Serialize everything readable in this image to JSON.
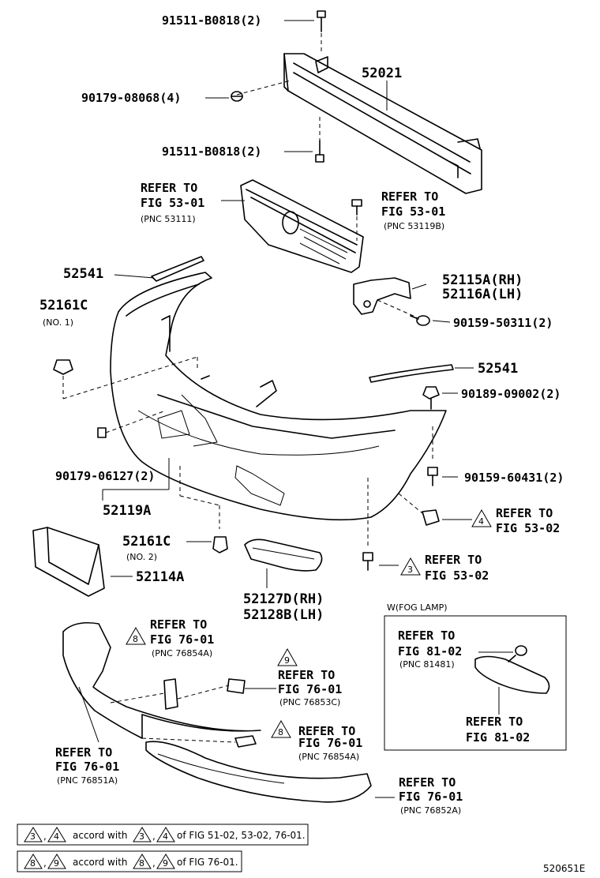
{
  "labels": {
    "bolt_top": "91511-B0818(2)",
    "reinforcement": "52021",
    "nut_4": "90179-08068(4)",
    "bolt_mid": "91511-B0818(2)",
    "grille_ref": {
      "line1": "REFER TO",
      "line2": "FIG 53-01",
      "pnc": "(PNC 53111)"
    },
    "emblem_ref": {
      "line1": "REFER TO",
      "line2": "FIG 53-01",
      "pnc": "(PNC 53119B)"
    },
    "moulding_left": "52541",
    "retainer_no1": {
      "part": "52161C",
      "note": "(NO. 1)"
    },
    "support_rh": "52115A(RH)",
    "support_lh": "52116A(LH)",
    "bolt_support": "90159-50311(2)",
    "moulding_right": "52541",
    "nut_right": "90189-09002(2)",
    "nut_left": "90179-06127(2)",
    "bolt_lower": "90159-60431(2)",
    "cover": "52119A",
    "ref_53_02_a": {
      "tri": "4",
      "line1": "REFER TO",
      "line2": "FIG 53-02"
    },
    "retainer_no2": {
      "part": "52161C",
      "note": "(NO. 2)"
    },
    "bracket": "52114A",
    "ref_53_02_b": {
      "tri": "3",
      "line1": "REFER TO",
      "line2": "FIG 53-02"
    },
    "bezel_rh": "52127D(RH)",
    "bezel_lh": "52128B(LH)",
    "ref_76_01_a": {
      "tri": "8",
      "line1": "REFER TO",
      "line2": "FIG 76-01",
      "pnc": "(PNC 76854A)"
    },
    "ref_76_01_b": {
      "tri": "9",
      "line1": "REFER TO",
      "line2": "FIG 76-01",
      "pnc": "(PNC 76853C)"
    },
    "ref_76_01_c": {
      "tri": "8",
      "line1": "REFER TO",
      "line2": "FIG 76-01",
      "pnc": "(PNC 76854A)"
    },
    "ref_76_01_d": {
      "line1": "REFER TO",
      "line2": "FIG 76-01",
      "pnc": "(PNC 76851A)"
    },
    "ref_76_01_e": {
      "line1": "REFER TO",
      "line2": "FIG 76-01",
      "pnc": "(PNC 76852A)"
    },
    "fog_title": "W(FOG LAMP)",
    "fog_ref_top": {
      "line1": "REFER TO",
      "line2": "FIG 81-02",
      "pnc": "(PNC 81481)"
    },
    "fog_ref_bottom": {
      "line1": "REFER TO",
      "line2": "FIG 81-02"
    }
  },
  "footnotes": [
    {
      "tri_a": "3",
      "tri_b": "4",
      "mid": "accord with",
      "tri_c": "3",
      "tri_d": "4",
      "tail": "of FIG 51-02, 53-02, 76-01."
    },
    {
      "tri_a": "8",
      "tri_b": "9",
      "mid": "accord with",
      "tri_c": "8",
      "tri_d": "9",
      "tail": "of FIG 76-01."
    }
  ],
  "figure_id": "520651E"
}
